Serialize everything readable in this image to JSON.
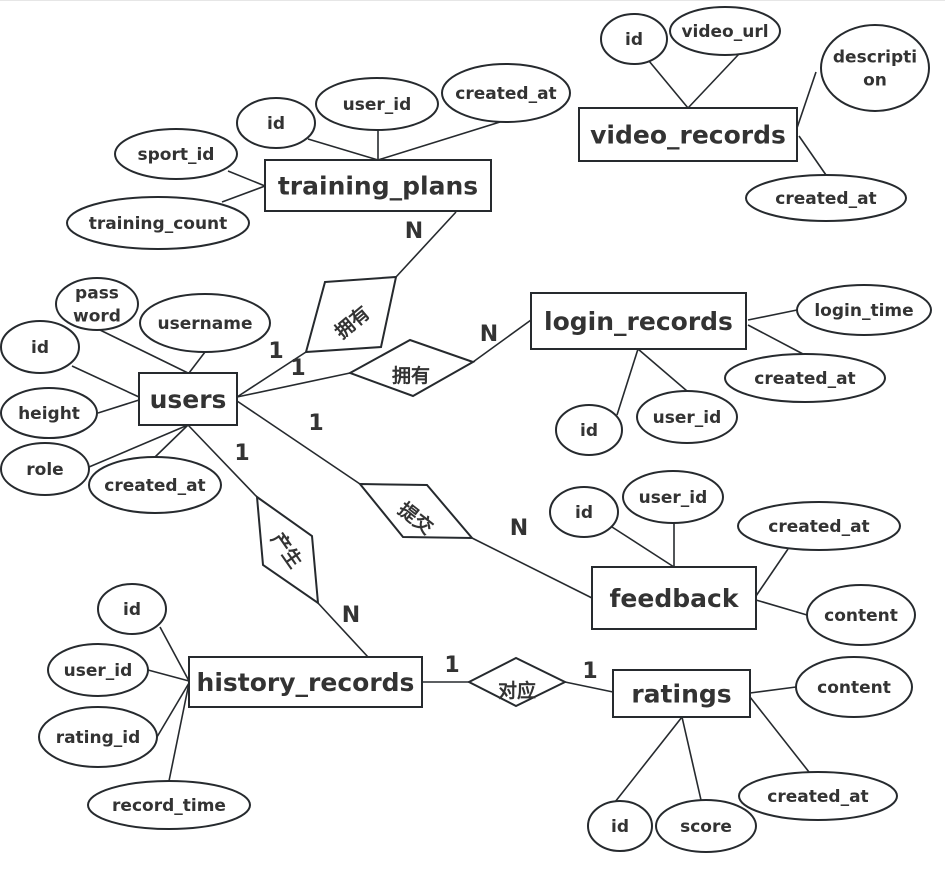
{
  "diagram": {
    "type": "er-diagram",
    "colors": {
      "stroke": "#262a2e",
      "text": "#333333",
      "background": "#ffffff"
    },
    "entities": [
      {
        "id": "users",
        "label": "users",
        "attributes": [
          {
            "id": "users_password",
            "lines": [
              "pass",
              "word"
            ]
          },
          {
            "id": "users_username",
            "lines": [
              "username"
            ]
          },
          {
            "id": "users_id",
            "lines": [
              "id"
            ]
          },
          {
            "id": "users_height",
            "lines": [
              "height"
            ]
          },
          {
            "id": "users_role",
            "lines": [
              "role"
            ]
          },
          {
            "id": "users_created_at",
            "lines": [
              "created_at"
            ]
          }
        ]
      },
      {
        "id": "training_plans",
        "label": "training_plans",
        "attributes": [
          {
            "id": "tp_id",
            "lines": [
              "id"
            ]
          },
          {
            "id": "tp_user_id",
            "lines": [
              "user_id"
            ]
          },
          {
            "id": "tp_created_at",
            "lines": [
              "created_at"
            ]
          },
          {
            "id": "tp_sport_id",
            "lines": [
              "sport_id"
            ]
          },
          {
            "id": "tp_training_count",
            "lines": [
              "training_count"
            ]
          }
        ]
      },
      {
        "id": "video_records",
        "label": "video_records",
        "attributes": [
          {
            "id": "vr_id",
            "lines": [
              "id"
            ]
          },
          {
            "id": "vr_video_url",
            "lines": [
              "video_url"
            ]
          },
          {
            "id": "vr_description",
            "lines": [
              "descripti",
              "on"
            ]
          },
          {
            "id": "vr_created_at",
            "lines": [
              "created_at"
            ]
          }
        ]
      },
      {
        "id": "login_records",
        "label": "login_records",
        "attributes": [
          {
            "id": "lr_login_time",
            "lines": [
              "login_time"
            ]
          },
          {
            "id": "lr_created_at",
            "lines": [
              "created_at"
            ]
          },
          {
            "id": "lr_id",
            "lines": [
              "id"
            ]
          },
          {
            "id": "lr_user_id",
            "lines": [
              "user_id"
            ]
          }
        ]
      },
      {
        "id": "feedback",
        "label": "feedback",
        "attributes": [
          {
            "id": "fb_id",
            "lines": [
              "id"
            ]
          },
          {
            "id": "fb_user_id",
            "lines": [
              "user_id"
            ]
          },
          {
            "id": "fb_created_at",
            "lines": [
              "created_at"
            ]
          },
          {
            "id": "fb_content",
            "lines": [
              "content"
            ]
          }
        ]
      },
      {
        "id": "history_records",
        "label": "history_records",
        "attributes": [
          {
            "id": "hr_id",
            "lines": [
              "id"
            ]
          },
          {
            "id": "hr_user_id",
            "lines": [
              "user_id"
            ]
          },
          {
            "id": "hr_rating_id",
            "lines": [
              "rating_id"
            ]
          },
          {
            "id": "hr_record_time",
            "lines": [
              "record_time"
            ]
          }
        ]
      },
      {
        "id": "ratings",
        "label": "ratings",
        "attributes": [
          {
            "id": "rt_content",
            "lines": [
              "content"
            ]
          },
          {
            "id": "rt_created_at",
            "lines": [
              "created_at"
            ]
          },
          {
            "id": "rt_id",
            "lines": [
              "id"
            ]
          },
          {
            "id": "rt_score",
            "lines": [
              "score"
            ]
          }
        ]
      }
    ],
    "relationships": [
      {
        "id": "rel_users_training",
        "label": "拥有",
        "from": "users",
        "to": "training_plans",
        "from_card": "1",
        "to_card": "N"
      },
      {
        "id": "rel_users_login",
        "label": "拥有",
        "from": "users",
        "to": "login_records",
        "from_card": "1",
        "to_card": "N"
      },
      {
        "id": "rel_users_feedback",
        "label": "提交",
        "from": "users",
        "to": "feedback",
        "from_card": "1",
        "to_card": "N"
      },
      {
        "id": "rel_users_history",
        "label": "产生",
        "from": "users",
        "to": "history_records",
        "from_card": "1",
        "to_card": "N"
      },
      {
        "id": "rel_history_ratings",
        "label": "对应",
        "from": "history_records",
        "to": "ratings",
        "from_card": "1",
        "to_card": "1"
      }
    ]
  }
}
